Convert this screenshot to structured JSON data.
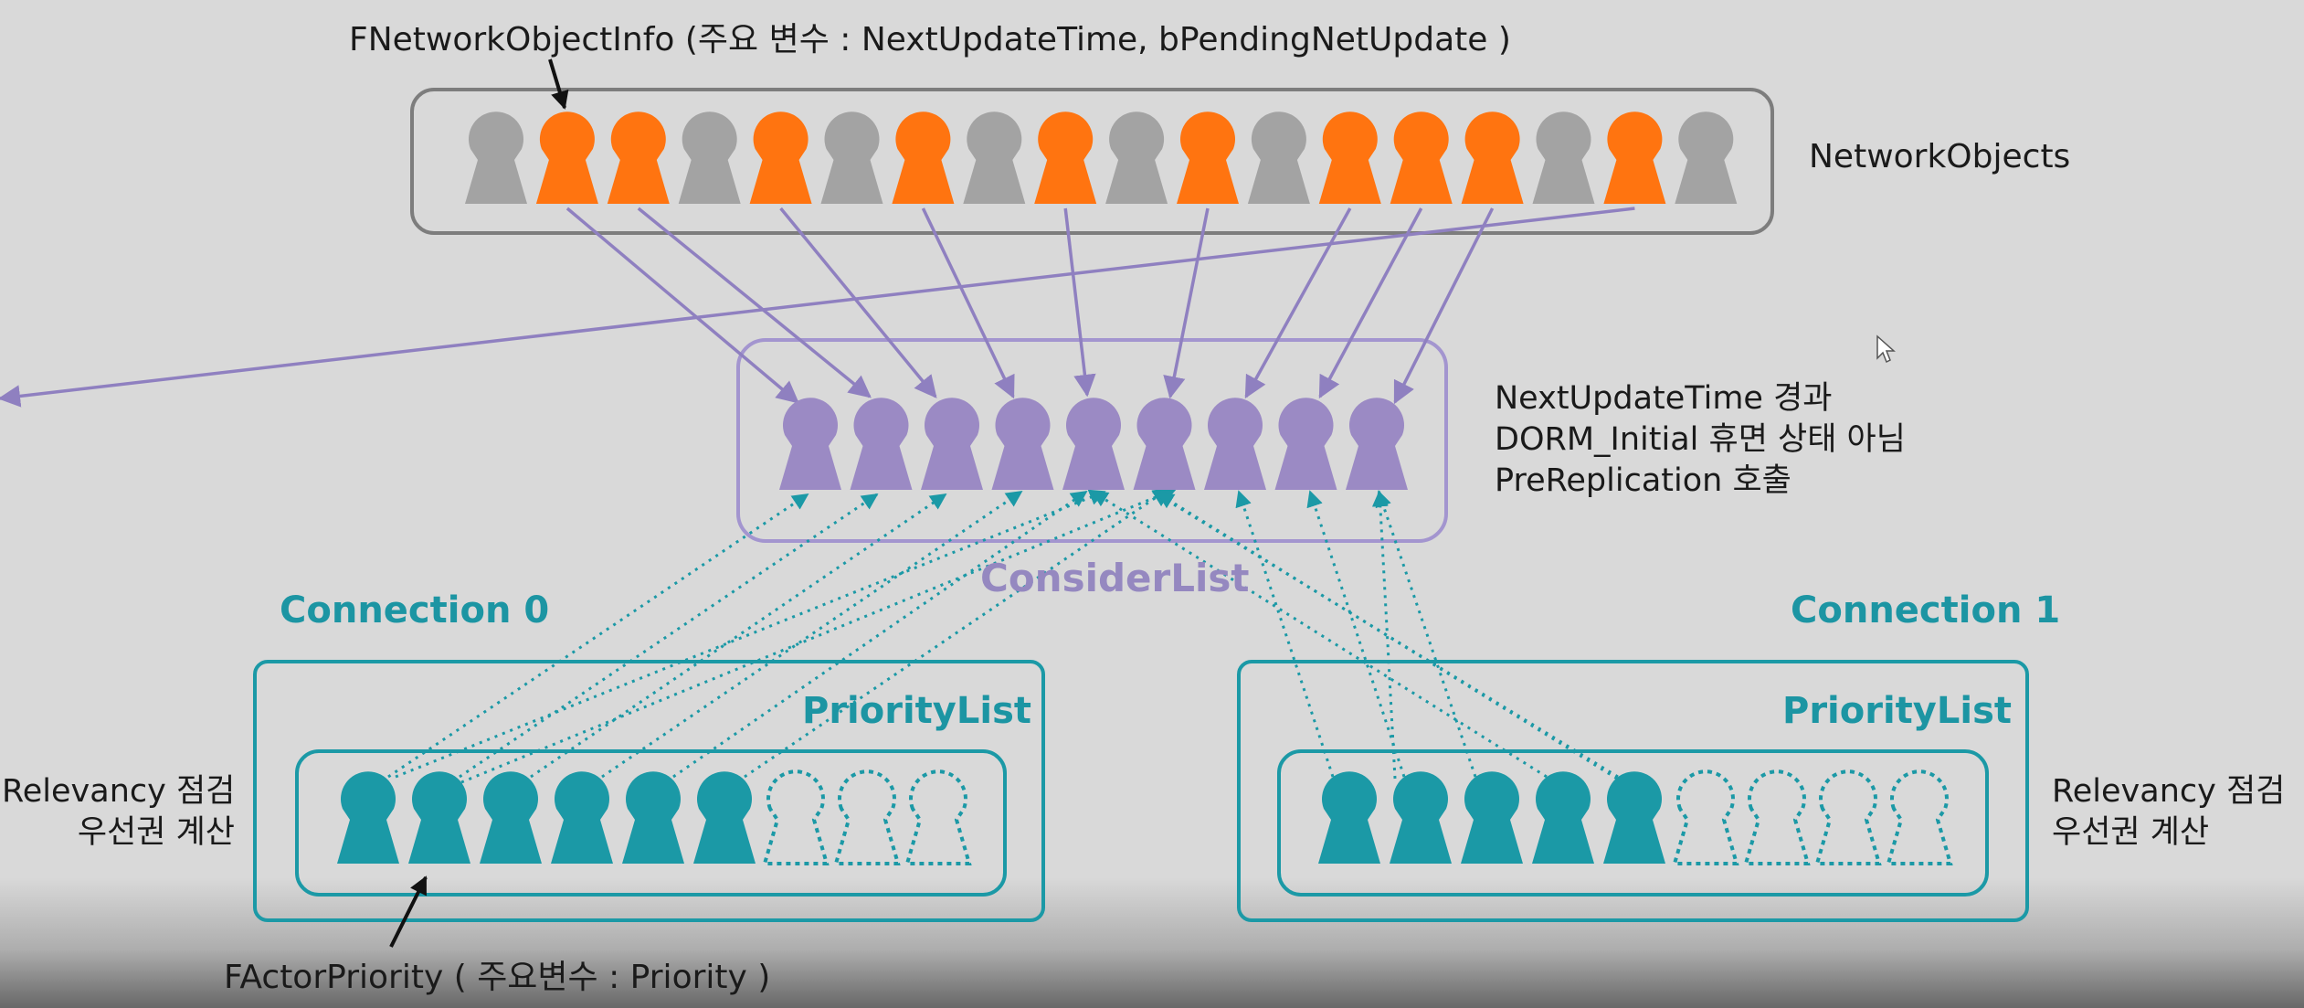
{
  "labels": {
    "network_object_info": "FNetworkObjectInfo (주요 변수 : NextUpdateTime, bPendingNetUpdate )",
    "network_objects": "NetworkObjects",
    "consider_list": "ConsiderList",
    "conditions": [
      "NextUpdateTime 경과",
      "DORM_Initial 휴면 상태 아님",
      "PreReplication 호출"
    ],
    "connection_0": "Connection 0",
    "connection_1": "Connection 1",
    "priority_list": "PriorityList",
    "relevancy_left": [
      "Relevancy 점검",
      "우선권 계산"
    ],
    "relevancy_right": [
      "Relevancy 점검",
      "우선권 계산"
    ],
    "actor_priority": "FActorPriority ( 주요변수 : Priority )"
  },
  "network_objects": {
    "states": [
      "gray",
      "orange",
      "orange",
      "gray",
      "orange",
      "gray",
      "orange",
      "gray",
      "orange",
      "gray",
      "orange",
      "gray",
      "orange",
      "orange",
      "orange",
      "gray",
      "orange",
      "gray"
    ]
  },
  "consider_list": {
    "count": 9
  },
  "connection_0": {
    "filled": 6,
    "empty": 3
  },
  "connection_1": {
    "filled": 5,
    "empty": 4
  },
  "colors": {
    "background": "#d9d9d9",
    "gray_node": "#a3a3a3",
    "orange_node": "#ff7410",
    "purple_node": "#9b8ac4",
    "teal_node": "#1b99a6",
    "purple_line": "#8f80c0",
    "teal_line": "#1b99a6",
    "box_border_gray": "#7d7d7d"
  }
}
